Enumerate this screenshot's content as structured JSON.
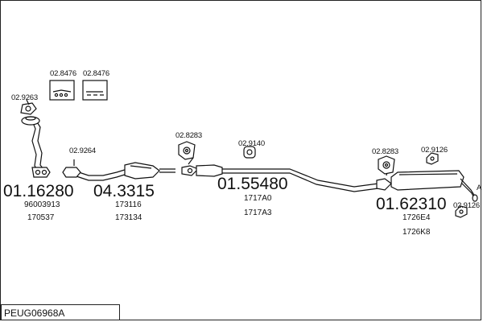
{
  "part_code": "PEUG06968A",
  "groups": [
    {
      "id": "g1",
      "main": "01.16280",
      "subs": [
        "96003913",
        "170537"
      ],
      "accessory": "02.9263"
    },
    {
      "id": "g2",
      "main": "04.3315",
      "subs": [
        "173116",
        "173134"
      ],
      "accessory": "02.9264"
    },
    {
      "id": "g3",
      "main": "01.55480",
      "subs": [
        "1717A0",
        "1717A3"
      ],
      "accessories": [
        "02.8283",
        "02.9140"
      ]
    },
    {
      "id": "g4",
      "main": "01.62310",
      "subs": [
        "1726E4",
        "1726K8"
      ],
      "accessories": [
        "02.8283",
        "02.9126",
        "02.9126"
      ]
    }
  ],
  "kits": [
    "02.8476",
    "02.8476"
  ],
  "end_marker": "A"
}
